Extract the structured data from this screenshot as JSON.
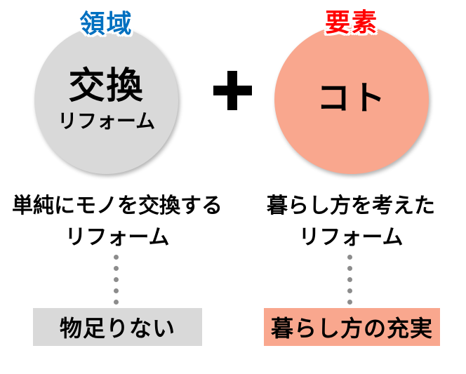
{
  "diagram": {
    "operator": "+",
    "left": {
      "tag": "領域",
      "tag_color": "#0070c0",
      "circle_title": "交換",
      "circle_subtitle": "リフォーム",
      "circle_fill": "#d9d9d9",
      "caption_line1": "単純にモノを交換する",
      "caption_line2": "リフォーム",
      "result": "物足りない",
      "result_fill": "#d9d9d9"
    },
    "right": {
      "tag": "要素",
      "tag_color": "#ff0000",
      "circle_title": "コト",
      "circle_fill": "#f9a78e",
      "caption_line1": "暮らし方を考えた",
      "caption_line2": "リフォーム",
      "result": "暮らし方の充実",
      "result_fill": "#f9a78e"
    },
    "connector_dot_color": "#8c8c8c",
    "connector_dot_count_per_side": 5
  }
}
